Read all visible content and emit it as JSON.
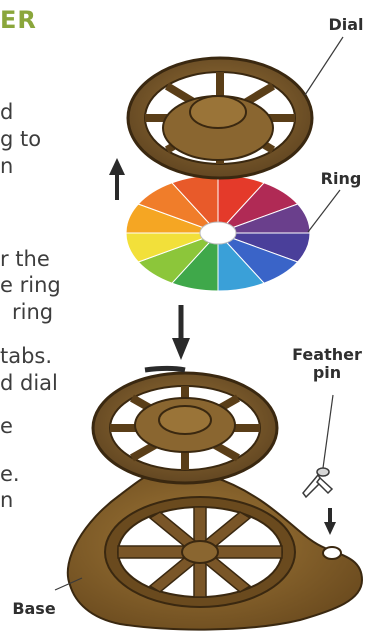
{
  "heading": "ER",
  "body_fragments": [
    "d",
    "g to",
    "n",
    "r the",
    "e ring",
    "ring",
    "tabs.",
    "d dial",
    "e",
    "e.",
    "n"
  ],
  "labels": {
    "dial": "Dial",
    "ring": "Ring",
    "feather_pin_line1": "Feather",
    "feather_pin_line2": "pin",
    "base": "Base"
  },
  "colors": {
    "heading": "#8aa63b",
    "dial_brown": "#7a5a2a",
    "dial_dark": "#4a3216",
    "base_brown": "#8a6630",
    "ring_slices": [
      "#e43a2a",
      "#b02a55",
      "#6a3f8c",
      "#4a3f9a",
      "#3a64c8",
      "#3aa0d8",
      "#3fa84a",
      "#8cc63a",
      "#f2e03a",
      "#f5a623",
      "#f07d2a",
      "#e85a2a"
    ]
  }
}
